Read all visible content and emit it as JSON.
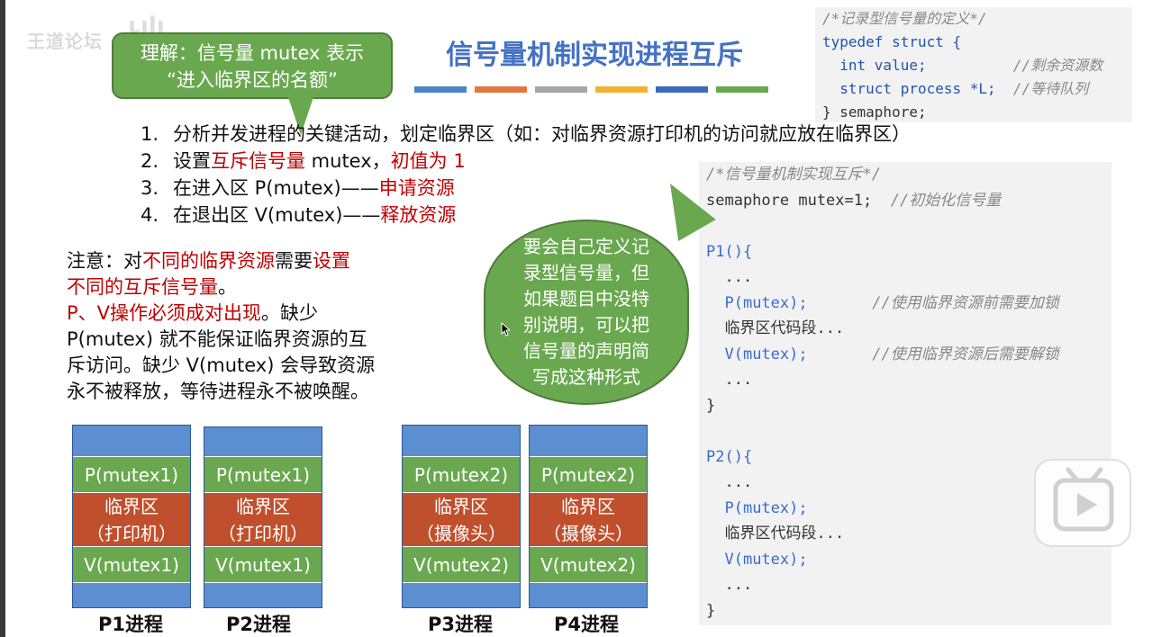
{
  "title": "信号量机制实现进程互斥",
  "title_bar_colors": [
    "#4a86c8",
    "#e07a3c",
    "#a6a6a6",
    "#f2b231",
    "#3d6ab8",
    "#6aa84f"
  ],
  "bubble_top": {
    "line1": "理解：信号量 mutex 表示",
    "line2": "“进入临界区的名额”"
  },
  "steps": [
    {
      "num": "1.",
      "text": "分析并发进程的关键活动，划定临界区（如：对临界资源打印机的访问就应放在临界区）"
    },
    {
      "num": "2.",
      "prefix": "设置",
      "red1": "互斥信号量",
      "mid": " mutex，",
      "red2": "初值为 1"
    },
    {
      "num": "3.",
      "prefix": "在进入区 P(mutex)——",
      "red1": "申请资源"
    },
    {
      "num": "4.",
      "prefix": "在退出区 V(mutex)——",
      "red1": "释放资源"
    }
  ],
  "note": {
    "p1_a": "注意：对",
    "p1_red1": "不同的临界资源",
    "p1_b": "需要",
    "p1_red2": "设置",
    "p1_red3": "不同的互斥信号量",
    "p1_c": "。",
    "p2_red": "P、V操作必须成对出现",
    "p2_a": "。缺少",
    "p2_line2": "P(mutex) 就不能保证临界资源的互",
    "p2_line3": "斥访问。缺少 V(mutex) 会导致资源",
    "p2_line4": "永不被释放，等待进程永不被唤醒。"
  },
  "bubble_mid": {
    "lines": [
      "要会自己定义记",
      "录型信号量，但",
      "如果题目中没特",
      "别说明，可以把",
      "信号量的声明简",
      "写成这种形式"
    ]
  },
  "code_record": {
    "l1": "/*记录型信号量的定义*/",
    "l2": "typedef struct {",
    "l3_code": "  int value;",
    "l3_cm": "//剩余资源数",
    "l4_code": "  struct process *L;",
    "l4_cm": "//等待队列",
    "l5": "} semaphore;"
  },
  "code_mutex": {
    "l1": "/*信号量机制实现互斥*/",
    "l2_code": "semaphore mutex=1;",
    "l2_cm": "//初始化信号量",
    "p1_header": "P1(){",
    "dots": "...",
    "p_call": "P(mutex);",
    "p_cm": "//使用临界资源前需要加锁",
    "crit": "临界区代码段...",
    "v_call": "V(mutex);",
    "v_cm": "//使用临界资源后需要解锁",
    "close": "}",
    "p2_header": "P2(){"
  },
  "processes": [
    {
      "p": "P(mutex1)",
      "c1": "临界区",
      "c2": "（打印机）",
      "v": "V(mutex1)",
      "label": "P1进程"
    },
    {
      "p": "P(mutex1)",
      "c1": "临界区",
      "c2": "（打印机）",
      "v": "V(mutex1)",
      "label": "P2进程"
    },
    {
      "p": "P(mutex2)",
      "c1": "临界区",
      "c2": "（摄像头）",
      "v": "V(mutex2)",
      "label": "P3进程"
    },
    {
      "p": "P(mutex2)",
      "c1": "临界区",
      "c2": "（摄像头）",
      "v": "V(mutex2)",
      "label": "P4进程"
    }
  ],
  "watermark": "王道论坛",
  "icons": {
    "play": "play-icon",
    "cursor": "cursor-icon"
  }
}
